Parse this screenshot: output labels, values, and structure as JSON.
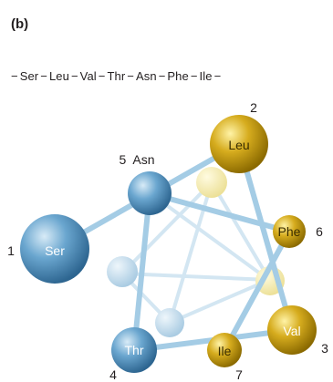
{
  "panel_label": "(b)",
  "sequence": [
    "Ser",
    "Leu",
    "Val",
    "Thr",
    "Asn",
    "Phe",
    "Ile"
  ],
  "sequence_dash": "−",
  "colors": {
    "blue": "#5f9bc6",
    "blue_light": "#cfe4f3",
    "blue_dark": "#2f6f9c",
    "gold": "#c9a21a",
    "gold_light": "#fff3a6",
    "gold_dark": "#8b6a00",
    "rod": "#9ec6e0",
    "rod_faint": "#cfe3f0"
  },
  "residues": [
    {
      "id": "ser",
      "name": "Ser",
      "number": "1",
      "family": "blue"
    },
    {
      "id": "leu",
      "name": "Leu",
      "number": "2",
      "family": "gold"
    },
    {
      "id": "val",
      "name": "Val",
      "number": "3",
      "family": "gold"
    },
    {
      "id": "thr",
      "name": "Thr",
      "number": "4",
      "family": "blue"
    },
    {
      "id": "asn",
      "name": "Asn",
      "number": "5",
      "family": "blue"
    },
    {
      "id": "phe",
      "name": "Phe",
      "number": "6",
      "family": "gold"
    },
    {
      "id": "ile",
      "name": "Ile",
      "number": "7",
      "family": "gold"
    }
  ]
}
